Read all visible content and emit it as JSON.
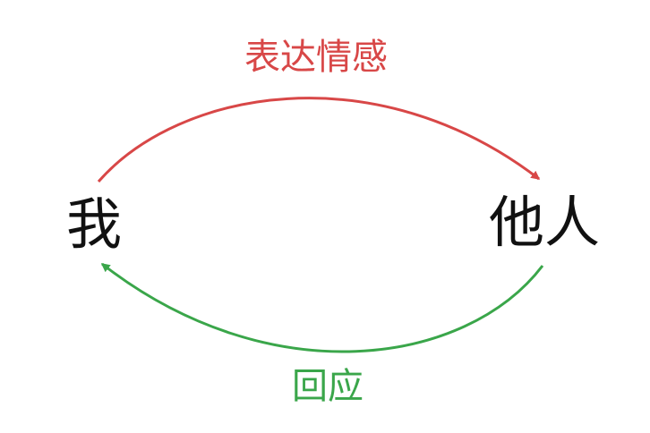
{
  "nodes": {
    "self": "我",
    "other": "他人"
  },
  "edges": {
    "express": {
      "label": "表达情感",
      "color": "#d84747"
    },
    "respond": {
      "label": "回应",
      "color": "#3aa64a"
    }
  }
}
